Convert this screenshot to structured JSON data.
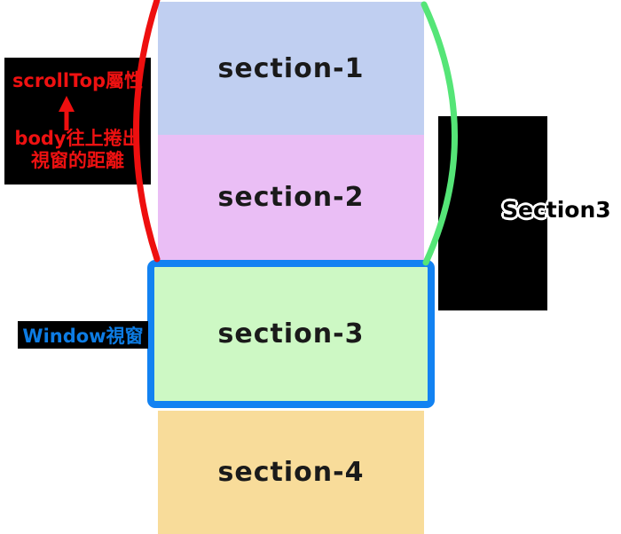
{
  "sections": [
    {
      "label": "section-1",
      "color": "#c0cff1"
    },
    {
      "label": "section-2",
      "color": "#eabef5"
    },
    {
      "label": "section-3",
      "color": "#cdf8c4"
    },
    {
      "label": "section-4",
      "color": "#f8dc9a"
    }
  ],
  "annotations": {
    "scrolltop": {
      "line1": "scrollTop屬性",
      "line2": "body往上捲出",
      "line3": "視窗的距離",
      "text_color": "#ee1111",
      "bg_color": "#000000"
    },
    "window_label": {
      "text": "Window視窗",
      "text_color": "#0d7ce4",
      "bg_color": "#000000"
    },
    "right_label": {
      "text": "Section3",
      "text_color": "#000000",
      "outline_color": "#ffffff",
      "bg_color": "#000000"
    }
  },
  "colors": {
    "red_curve": "#ee0f0f",
    "green_curve": "#55e577",
    "window_border": "#1282f2",
    "section_text": "#1a1a1a",
    "background": "#ffffff"
  }
}
